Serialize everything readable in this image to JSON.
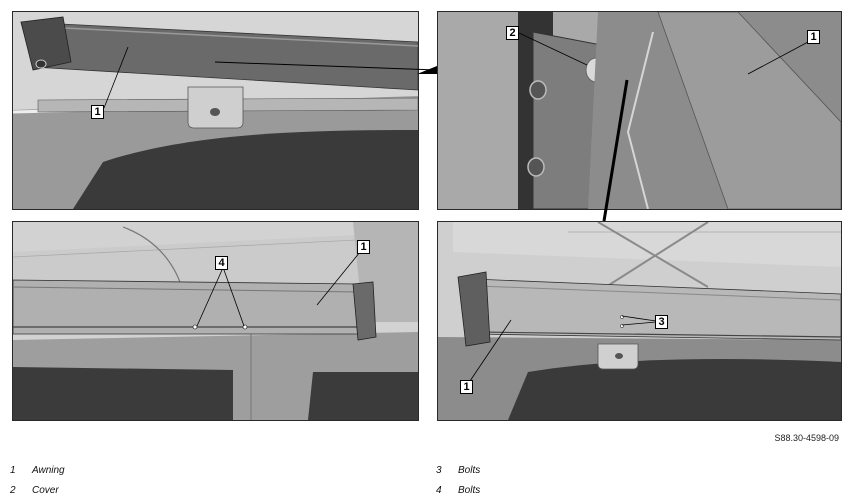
{
  "figure": {
    "reference": "S88.30-4598-09",
    "callouts": {
      "p1_awning": "1",
      "p2_cover": "2",
      "p2_awning": "1",
      "p3_bolts": "4",
      "p3_awning": "1",
      "p4_bolts": "3",
      "p4_awning": "1"
    }
  },
  "legend": [
    {
      "number": "1",
      "label": "Awning"
    },
    {
      "number": "2",
      "label": "Cover"
    },
    {
      "number": "3",
      "label": "Bolts"
    },
    {
      "number": "4",
      "label": "Bolts"
    }
  ]
}
